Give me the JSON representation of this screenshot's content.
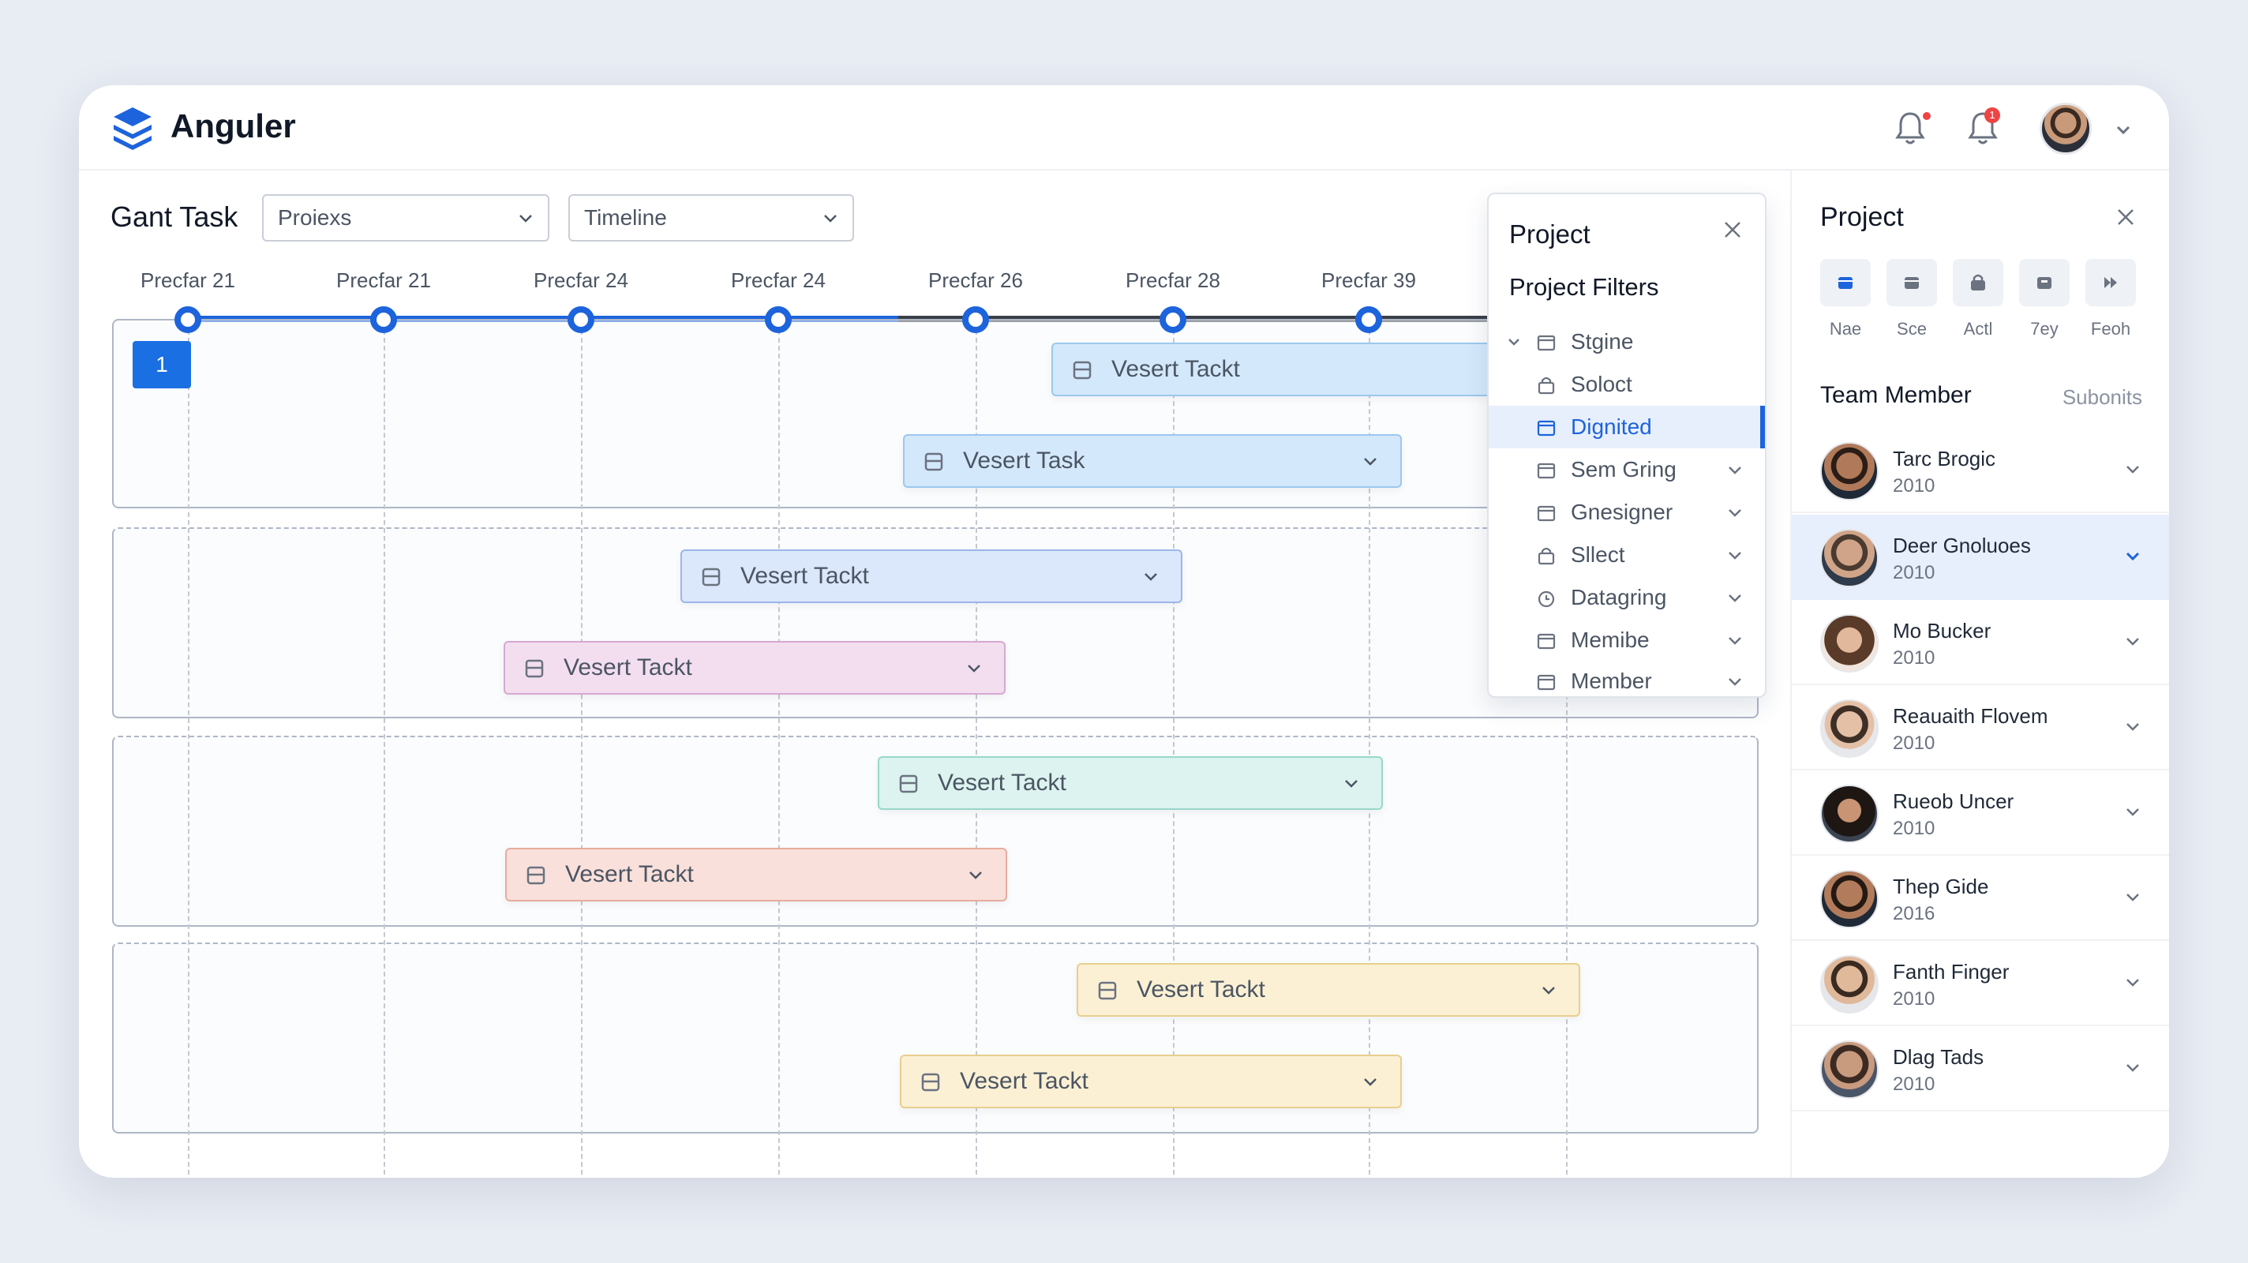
{
  "header": {
    "brand": "Anguler",
    "notif_badge": "1"
  },
  "gantt": {
    "title": "Gant Task",
    "select_1": "Proiexs",
    "select_2": "Timeline",
    "ticks": [
      "Precfar 21",
      "Precfar 21",
      "Precfar 24",
      "Precfar 24",
      "Precfar 26",
      "Precfar 28",
      "Precfar 39"
    ],
    "row_badge": "1",
    "tasks": [
      {
        "label": "Vesert Tackt"
      },
      {
        "label": "Vesert Task"
      },
      {
        "label": "Vesert Tackt"
      },
      {
        "label": "Vesert Tackt"
      },
      {
        "label": "Vesert Tackt"
      },
      {
        "label": "Vesert Tackt"
      },
      {
        "label": "Vesert Tackt"
      },
      {
        "label": "Vesert Tackt"
      }
    ]
  },
  "filter_panel": {
    "title": "Project",
    "subtitle": "Project Filters",
    "items": [
      {
        "label": "Stgine"
      },
      {
        "label": "Soloct"
      },
      {
        "label": "Dignited"
      },
      {
        "label": "Sem Gring"
      },
      {
        "label": "Gnesigner"
      },
      {
        "label": "Sllect"
      },
      {
        "label": "Datagring"
      },
      {
        "label": "Memibe"
      },
      {
        "label": "Member"
      }
    ]
  },
  "sidebar": {
    "title": "Project",
    "tools": [
      {
        "label": "Nae",
        "icon": "square-filled-icon"
      },
      {
        "label": "Sce",
        "icon": "square-icon"
      },
      {
        "label": "Actl",
        "icon": "lock-icon"
      },
      {
        "label": "7ey",
        "icon": "box-icon"
      },
      {
        "label": "Feoh",
        "icon": "forward-icon"
      }
    ],
    "team_title": "Team Member",
    "team_sub": "Subonits",
    "members": [
      {
        "name": "Tarc Brogic",
        "year": "2010"
      },
      {
        "name": "Deer Gnoluoes",
        "year": "2010"
      },
      {
        "name": "Mo Bucker",
        "year": "2010"
      },
      {
        "name": "Reauaith Flovem",
        "year": "2010"
      },
      {
        "name": "Rueob Uncer",
        "year": "2010"
      },
      {
        "name": "Thep Gide",
        "year": "2016"
      },
      {
        "name": "Fanth Finger",
        "year": "2010"
      },
      {
        "name": "Dlag Tads",
        "year": "2010"
      }
    ]
  },
  "colors": {
    "accent": "#1d63dc",
    "task_blue": "#d4e8fb",
    "task_pink": "#f3def0",
    "task_teal": "#dcf3ef",
    "task_salmon": "#f9e0da",
    "task_yellow": "#fbf0d4"
  }
}
